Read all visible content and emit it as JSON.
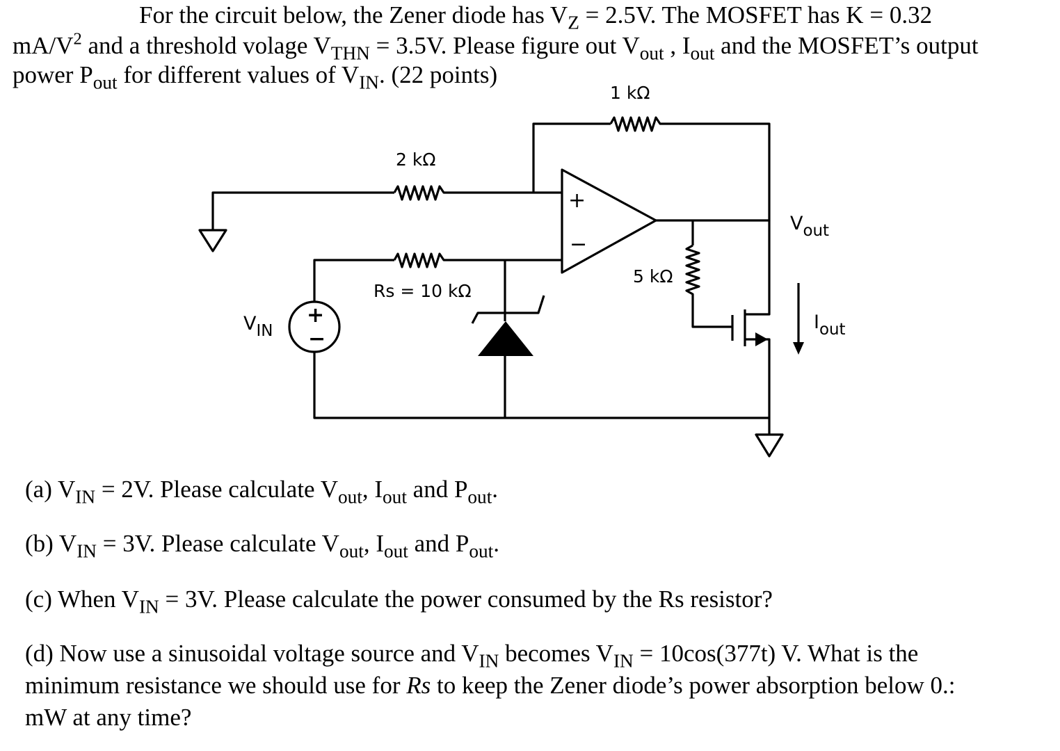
{
  "problem": {
    "line1": {
      "t1": "For the circuit below, the Zener diode has V",
      "s1": "Z",
      "t2": " = 2.5V. The MOSFET has K = 0.32"
    },
    "line2": {
      "t1": "mA/V",
      "sup1": "2",
      "t2": " and a threshold volage V",
      "s1": "THN",
      "t3": " = 3.5V. Please figure out V",
      "s2": "out",
      "t4": " , I",
      "s3": "out",
      "t5": " and the MOSFET’s output"
    },
    "line3": {
      "t1": "power P",
      "s1": "out",
      "t2": " for different values of V",
      "s2": "IN",
      "t3": ". (22 points)"
    }
  },
  "circuit": {
    "r_feedback": "1 kΩ",
    "r_input": "2 kΩ",
    "r_s": "Rs = 10 kΩ",
    "r_gate": "5 kΩ",
    "opamp_plus": "+",
    "opamp_minus": "−",
    "source_plus": "+",
    "source_minus": "−",
    "vin_label": {
      "main": "V",
      "sub": "IN"
    },
    "vout_label": {
      "main": "V",
      "sub": "out"
    },
    "iout_label": {
      "main": "I",
      "sub": "out"
    }
  },
  "questions": {
    "a": {
      "t1": "(a) V",
      "s1": "IN",
      "t2": " = 2V. Please calculate V",
      "s2": "out",
      "t3": ", I",
      "s3": "out",
      "t4": " and P",
      "s4": "out",
      "t5": "."
    },
    "b": {
      "t1": "(b) V",
      "s1": "IN",
      "t2": " = 3V. Please calculate V",
      "s2": "out",
      "t3": ", I",
      "s3": "out",
      "t4": " and P",
      "s4": "out",
      "t5": "."
    },
    "c": {
      "t1": "(c) When V",
      "s1": "IN",
      "t2": " = 3V. Please calculate the power consumed by the Rs resistor?"
    },
    "d": {
      "line1": {
        "t1": "(d) Now use a sinusoidal voltage source and V",
        "s1": "IN",
        "t2": " becomes V",
        "s2": "IN",
        "t3": " = 10cos(377t) V. What is the"
      },
      "line2": {
        "t1": "minimum resistance we should use for ",
        "em": "Rs",
        "t2": " to keep the Zener diode’s power absorption below 0.:"
      },
      "line3": {
        "t1": "mW at any time?"
      }
    }
  }
}
